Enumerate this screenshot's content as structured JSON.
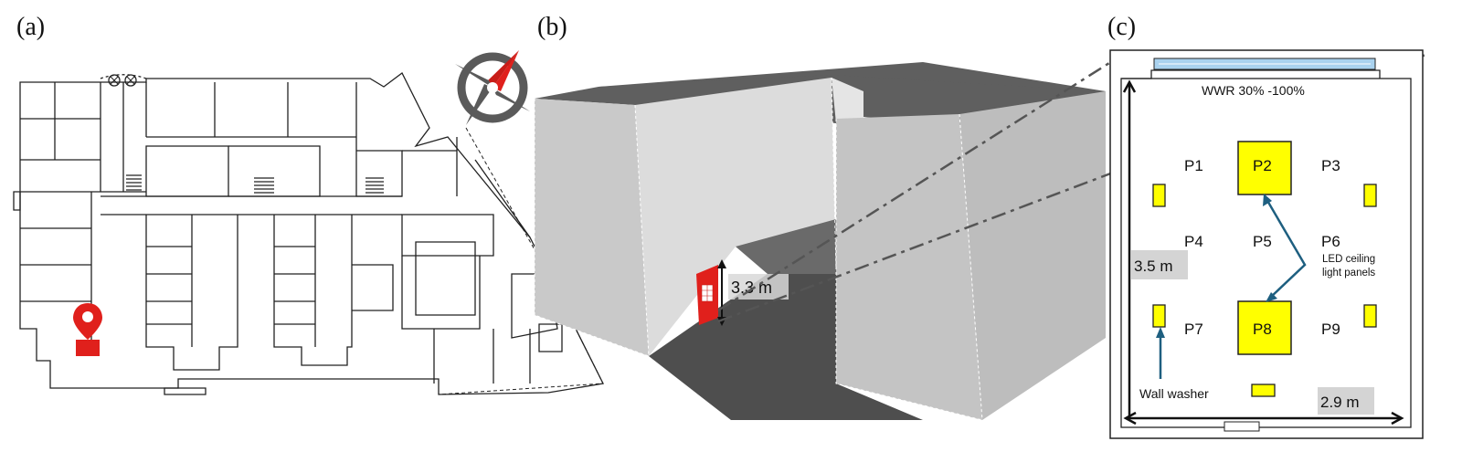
{
  "panels": {
    "a": {
      "label": "(a)"
    },
    "b": {
      "label": "(b)",
      "height_annotation": "3.3 m"
    },
    "c": {
      "label": "(c)",
      "wwr_label": "WWR 30% -100%",
      "height_dim": "3.5 m",
      "width_dim": "2.9 m",
      "points": [
        "P1",
        "P2",
        "P3",
        "P4",
        "P5",
        "P6",
        "P7",
        "P8",
        "P9"
      ],
      "led_label_line1": "LED ceiling",
      "led_label_line2": "light panels",
      "wall_washer_label": "Wall washer"
    }
  },
  "colors": {
    "marker": "#e0201c",
    "panel_yellow": "#ffff00",
    "arrow_teal": "#1e5f80",
    "room_grey": "#cfcfcf",
    "dark_grey": "#5f5f5f"
  }
}
